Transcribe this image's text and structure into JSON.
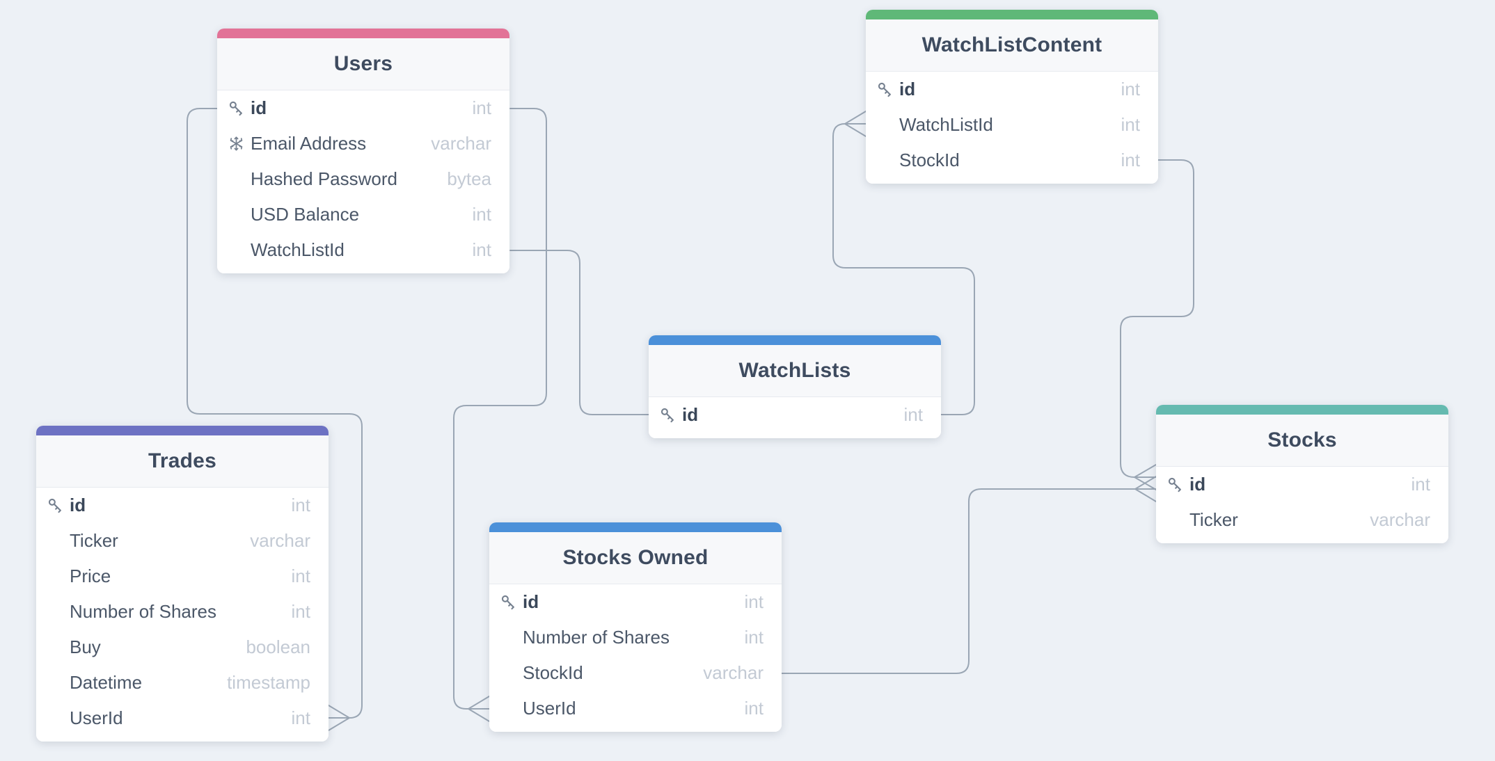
{
  "diagram": {
    "background_color": "#edf1f6",
    "connector_color": "#9aa6b4"
  },
  "tables": [
    {
      "id": "users",
      "title": "Users",
      "accent_color": "#e27397",
      "fields": [
        {
          "name": "id",
          "type": "int",
          "icon": "key",
          "primary_key": true
        },
        {
          "name": "Email Address",
          "type": "varchar",
          "icon": "snowflake"
        },
        {
          "name": "Hashed Password",
          "type": "bytea"
        },
        {
          "name": "USD Balance",
          "type": "int"
        },
        {
          "name": "WatchListId",
          "type": "int"
        }
      ]
    },
    {
      "id": "watchlistcontent",
      "title": "WatchListContent",
      "accent_color": "#5fb878",
      "fields": [
        {
          "name": "id",
          "type": "int",
          "icon": "key",
          "primary_key": true
        },
        {
          "name": "WatchListId",
          "type": "int"
        },
        {
          "name": "StockId",
          "type": "int"
        }
      ]
    },
    {
      "id": "watchlists",
      "title": "WatchLists",
      "accent_color": "#4b90d9",
      "fields": [
        {
          "name": "id",
          "type": "int",
          "icon": "key",
          "primary_key": true
        }
      ]
    },
    {
      "id": "trades",
      "title": "Trades",
      "accent_color": "#6d72c3",
      "fields": [
        {
          "name": "id",
          "type": "int",
          "icon": "key",
          "primary_key": true
        },
        {
          "name": "Ticker",
          "type": "varchar"
        },
        {
          "name": "Price",
          "type": "int"
        },
        {
          "name": "Number of Shares",
          "type": "int"
        },
        {
          "name": "Buy",
          "type": "boolean"
        },
        {
          "name": "Datetime",
          "type": "timestamp"
        },
        {
          "name": "UserId",
          "type": "int"
        }
      ]
    },
    {
      "id": "stocksowned",
      "title": "Stocks Owned",
      "accent_color": "#4b90d9",
      "fields": [
        {
          "name": "id",
          "type": "int",
          "icon": "key",
          "primary_key": true
        },
        {
          "name": "Number of Shares",
          "type": "int"
        },
        {
          "name": "StockId",
          "type": "varchar"
        },
        {
          "name": "UserId",
          "type": "int"
        }
      ]
    },
    {
      "id": "stocks",
      "title": "Stocks",
      "accent_color": "#65bab0",
      "fields": [
        {
          "name": "id",
          "type": "int",
          "icon": "key",
          "primary_key": true
        },
        {
          "name": "Ticker",
          "type": "varchar"
        }
      ]
    }
  ],
  "relationships": [
    {
      "id": "users-trades",
      "from": "Users.id",
      "to": "Trades.UserId",
      "many_end": "Trades"
    },
    {
      "id": "users-stocksowned",
      "from": "Users.id",
      "to": "Stocks Owned.UserId",
      "many_end": "Stocks Owned"
    },
    {
      "id": "users-watchlists",
      "from": "Users.WatchListId",
      "to": "WatchLists.id",
      "many_end": null
    },
    {
      "id": "watchlists-watchlistcontent",
      "from": "WatchLists.id",
      "to": "WatchListContent.WatchListId",
      "many_end": "WatchListContent"
    },
    {
      "id": "watchlistcontent-stocks",
      "from": "WatchListContent.StockId",
      "to": "Stocks.id",
      "many_end": "Stocks"
    },
    {
      "id": "stocksowned-stocks",
      "from": "Stocks Owned.StockId",
      "to": "Stocks.id",
      "many_end": "Stocks"
    }
  ]
}
